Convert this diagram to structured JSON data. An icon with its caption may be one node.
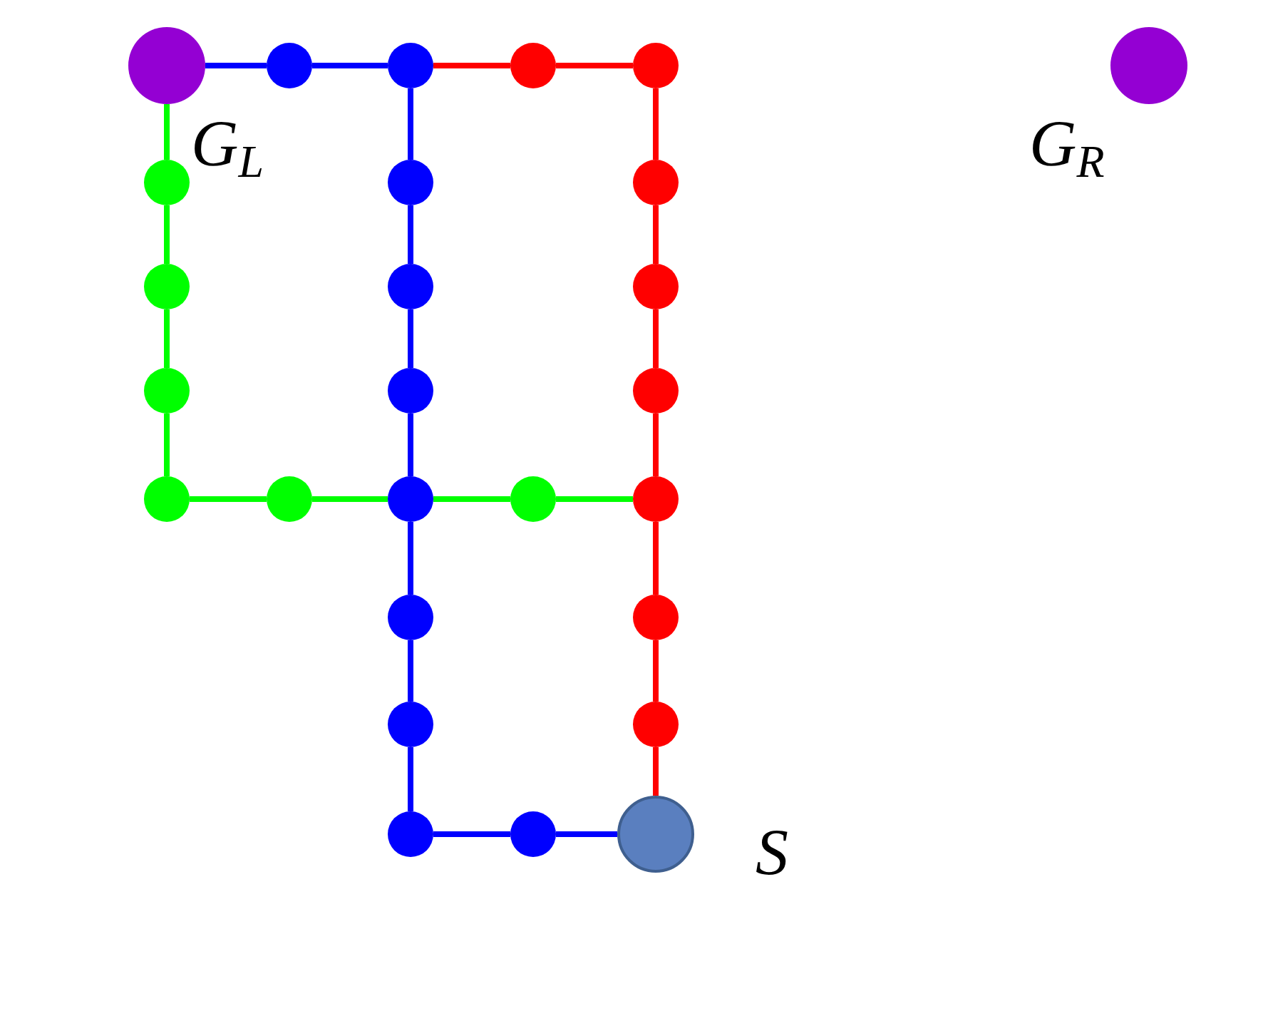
{
  "diagram": {
    "nodes": [
      {
        "text": [],
        "shape": "circle",
        "beside": [
          "G$_{L}$"
        ]
      },
      {
        "text": [],
        "shape": "circle"
      },
      {
        "text": [],
        "shape": "circle"
      },
      {
        "text": [],
        "shape": "circle"
      },
      {
        "text": [],
        "shape": "circle"
      },
      {
        "text": [],
        "shape": "circle",
        "beside": [
          "G$_{R}$"
        ]
      },
      {
        "text": [],
        "shape": "circle"
      },
      {
        "text": [],
        "shape": "circle"
      },
      {
        "text": [],
        "shape": "circle"
      },
      {
        "text": [],
        "shape": "circle"
      },
      {
        "text": [],
        "shape": "circle"
      },
      {
        "text": [],
        "shape": "circle"
      },
      {
        "text": [],
        "shape": "circle"
      },
      {
        "text": [],
        "shape": "circle"
      },
      {
        "text": [],
        "shape": "circle"
      },
      {
        "text": [],
        "shape": "circle"
      },
      {
        "text": [],
        "shape": "circle"
      },
      {
        "text": [],
        "shape": "circle"
      },
      {
        "text": [],
        "shape": "circle"
      },
      {
        "text": [],
        "shape": "circle"
      },
      {
        "text": [],
        "shape": "circle"
      },
      {
        "text": [],
        "shape": "circle"
      },
      {
        "text": [],
        "shape": "circle"
      },
      {
        "text": [],
        "shape": "circle"
      },
      {
        "text": [],
        "shape": "circle"
      },
      {
        "text": [],
        "shape": "circle"
      },
      {
        "text": [],
        "shape": "circle",
        "beside": [
          "S"
        ]
      }
    ],
    "edges": [
      {
        "from": 26,
        "to": 25,
        "arrow": "none"
      },
      {
        "from": 25,
        "to": 24,
        "arrow": "none"
      },
      {
        "from": 24,
        "to": 22,
        "arrow": "none"
      },
      {
        "from": 22,
        "to": 20,
        "arrow": "none"
      },
      {
        "from": 20,
        "to": 17,
        "arrow": "none"
      },
      {
        "from": 17,
        "to": 13,
        "arrow": "none"
      },
      {
        "from": 13,
        "to": 10,
        "arrow": "none"
      },
      {
        "from": 10,
        "to": 7,
        "arrow": "none"
      },
      {
        "from": 7,
        "to": 2,
        "arrow": "none"
      },
      {
        "from": 2,
        "to": 1,
        "arrow": "none"
      },
      {
        "from": 1,
        "to": 0,
        "arrow": "none"
      },
      {
        "from": 26,
        "to": 23,
        "arrow": "none",
        "color": "#ff0000"
      },
      {
        "from": 23,
        "to": 21,
        "arrow": "none",
        "color": "#ff0000"
      },
      {
        "from": 21,
        "to": 19,
        "arrow": "none",
        "color": "#ff0000"
      },
      {
        "from": 19,
        "to": 14,
        "arrow": "none",
        "color": "#ff0000"
      },
      {
        "from": 14,
        "to": 11,
        "arrow": "none",
        "color": "#ff0000"
      },
      {
        "from": 11,
        "to": 8,
        "arrow": "none",
        "color": "#ff0000"
      },
      {
        "from": 8,
        "to": 4,
        "arrow": "none",
        "color": "#ff0000"
      },
      {
        "from": 4,
        "to": 3,
        "arrow": "none",
        "color": "#ff0000"
      },
      {
        "from": 3,
        "to": 2,
        "arrow": "none",
        "color": "#ff0000"
      },
      {
        "from": 0,
        "to": 6,
        "arrow": "none",
        "color": "#00ff00"
      },
      {
        "from": 6,
        "to": 9,
        "arrow": "none",
        "color": "#00ff00"
      },
      {
        "from": 9,
        "to": 12,
        "arrow": "none",
        "color": "#00ff00"
      },
      {
        "from": 12,
        "to": 15,
        "arrow": "none",
        "color": "#00ff00"
      },
      {
        "from": 15,
        "to": 16,
        "arrow": "none",
        "color": "#00ff00"
      },
      {
        "from": 16,
        "to": 17,
        "arrow": "none",
        "color": "#00ff00"
      },
      {
        "from": 17,
        "to": 18,
        "arrow": "none",
        "color": "#00ff00"
      },
      {
        "from": 18,
        "to": 19,
        "arrow": "none",
        "color": "#00ff00"
      }
    ]
  }
}
